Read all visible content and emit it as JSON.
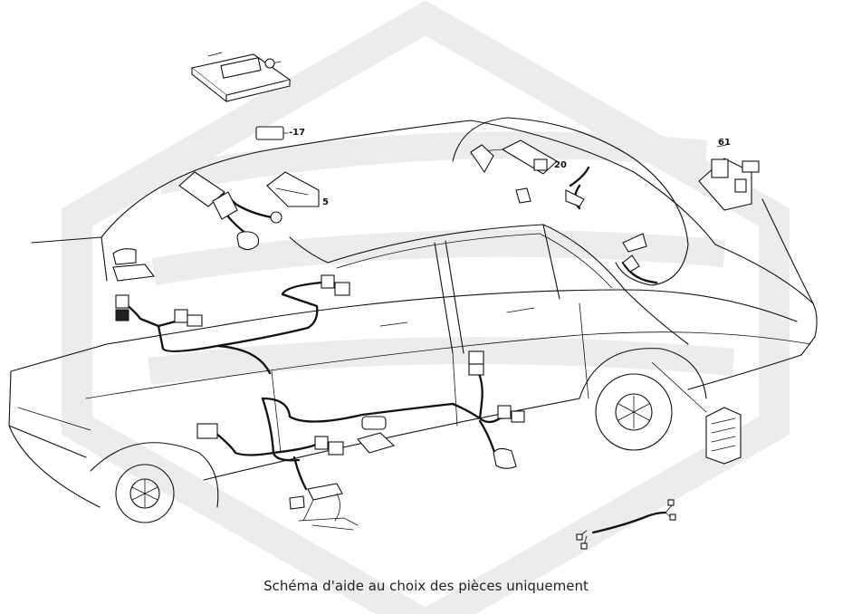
{
  "diagram": {
    "callouts": [
      {
        "id": "c17",
        "text": "-17"
      },
      {
        "id": "c5",
        "text": "5"
      },
      {
        "id": "c20",
        "text": "20"
      },
      {
        "id": "c61",
        "text": "61"
      }
    ],
    "caption": "Schéma d'aide au choix des pièces uniquement",
    "colors": {
      "line": "#111111",
      "watermark": "#ececec",
      "background": "#ffffff"
    }
  }
}
